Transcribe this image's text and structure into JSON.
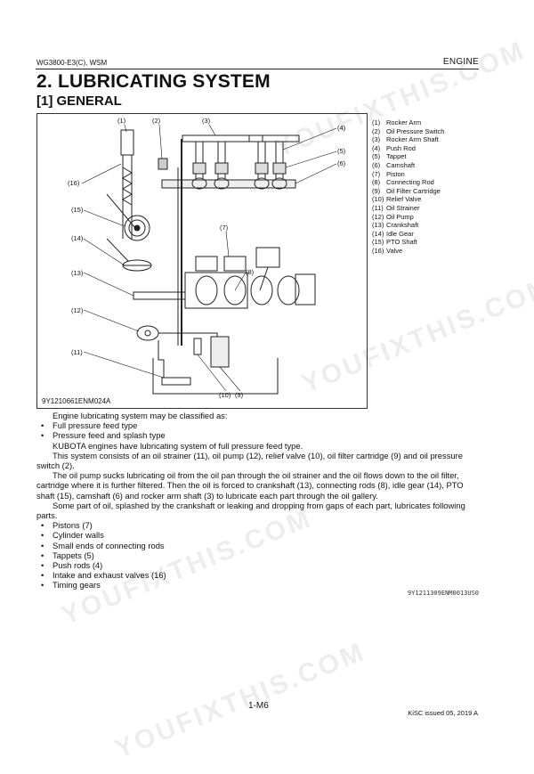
{
  "header": {
    "doc_code": "WG3800-E3(C), WSM",
    "section": "ENGINE"
  },
  "title": "2.  LUBRICATING SYSTEM",
  "subtitle": "[1]  GENERAL",
  "figure": {
    "id": "9Y1210661ENM024A",
    "callouts": [
      "(1)",
      "(2)",
      "(3)",
      "(4)",
      "(5)",
      "(6)",
      "(7)",
      "(8)",
      "(9)",
      "(10)",
      "(11)",
      "(12)",
      "(13)",
      "(14)",
      "(15)",
      "(16)"
    ]
  },
  "legend": [
    {
      "num": "(1)",
      "label": "Rocker Arm"
    },
    {
      "num": "(2)",
      "label": "Oil Pressure Switch"
    },
    {
      "num": "(3)",
      "label": "Rocker Arm Shaft"
    },
    {
      "num": "(4)",
      "label": "Push Rod"
    },
    {
      "num": "(5)",
      "label": "Tappet"
    },
    {
      "num": "(6)",
      "label": "Camshaft"
    },
    {
      "num": "(7)",
      "label": "Piston"
    },
    {
      "num": "(8)",
      "label": "Connecting Rod"
    },
    {
      "num": "(9)",
      "label": "Oil Filter Cartridge"
    },
    {
      "num": "(10)",
      "label": "Relief Valve"
    },
    {
      "num": "(11)",
      "label": "Oil Strainer"
    },
    {
      "num": "(12)",
      "label": "Oil Pump"
    },
    {
      "num": "(13)",
      "label": "Crankshaft"
    },
    {
      "num": "(14)",
      "label": "Idle Gear"
    },
    {
      "num": "(15)",
      "label": "PTO Shaft"
    },
    {
      "num": "(16)",
      "label": "Valve"
    }
  ],
  "body": {
    "p1": "Engine lubricating system may be classified as:",
    "types": [
      "Full pressure feed type",
      "Pressure feed and splash type"
    ],
    "p2": "KUBOTA engines have lubricating system of full pressure feed type.",
    "p3": "This system consists of an oil strainer (11), oil pump (12), relief valve (10), oil filter cartridge (9) and oil pressure switch (2).",
    "p4": "The oil pump sucks lubricating oil from the oil pan through the oil strainer and the oil flows down to the oil filter, cartridge where it is further filtered. Then the oil is forced to crankshaft (13), connecting rods (8), idle gear (14), PTO shaft (15), camshaft (6) and rocker arm shaft (3) to lubricate each part through the oil gallery.",
    "p5": "Some part of oil, splashed by the crankshaft or leaking and dropping from gaps of each part, lubricates following parts.",
    "parts": [
      "Pistons (7)",
      "Cylinder walls",
      "Small ends of connecting rods",
      "Tappets (5)",
      "Push rods (4)",
      "Intake and exhaust valves (16)",
      "Timing gears"
    ],
    "ref_code": "9Y1211309ENM0013US0"
  },
  "footer": {
    "page": "1-M6",
    "issue": "KiSC issued 05, 2019 A"
  },
  "watermark": "YOUFIXTHIS.COM"
}
